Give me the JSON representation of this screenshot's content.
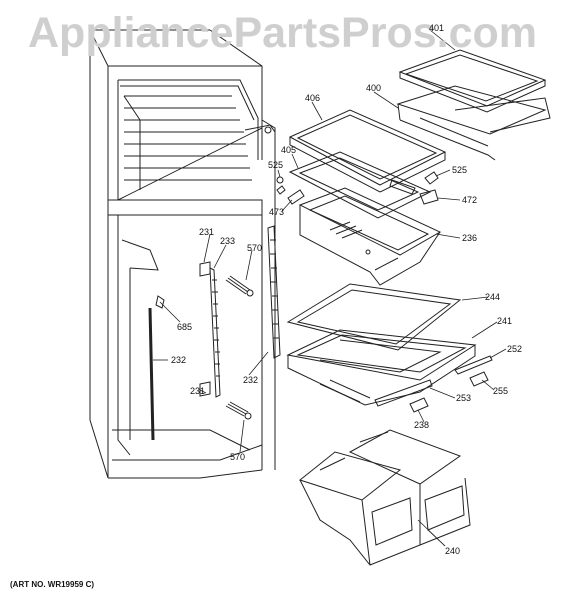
{
  "watermark": "AppliancePartsPros.com",
  "art_no": "(ART NO. WR19959 C)",
  "callouts": {
    "c401": "401",
    "c400": "400",
    "c406": "406",
    "c405": "405",
    "c525a": "525",
    "c525b": "525",
    "c472": "472",
    "c473": "473",
    "c236": "236",
    "c231a": "231",
    "c233": "233",
    "c570a": "570",
    "c685": "685",
    "c232a": "232",
    "c244": "244",
    "c241": "241",
    "c252": "252",
    "c232b": "232",
    "c231b": "231",
    "c255": "255",
    "c253": "253",
    "c238": "238",
    "c570b": "570",
    "c240": "240"
  }
}
